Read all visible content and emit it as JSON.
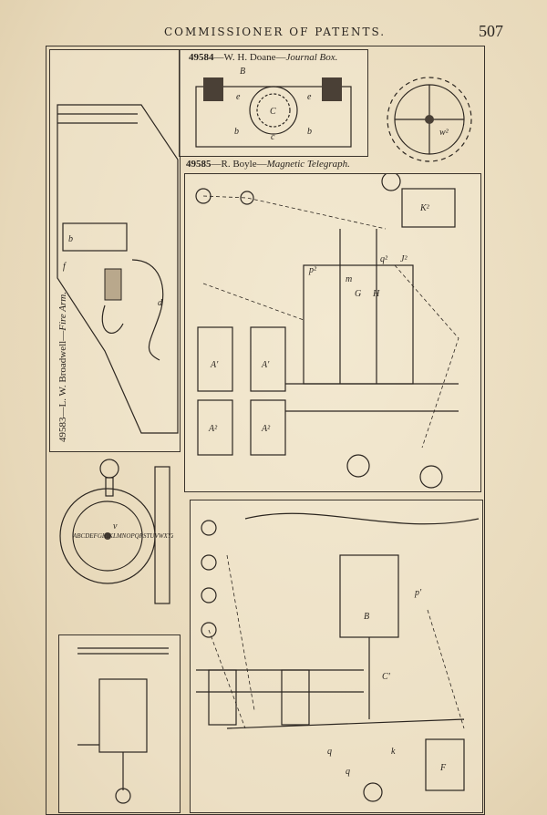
{
  "running_head": {
    "title": "COMMISSIONER OF PATENTS.",
    "page_number": "507"
  },
  "patents": [
    {
      "number": "49583",
      "inventor": "—L. W. Broadwell—",
      "subject": "Fire Arm."
    },
    {
      "number": "49584",
      "inventor": "—W. H. Doane—",
      "subject": "Journal Box."
    },
    {
      "number": "49585",
      "inventor": "—R. Boyle—",
      "subject": "Magnetic Telegraph."
    }
  ],
  "figure_letters": {
    "journal_box": [
      "B",
      "C",
      "b",
      "b",
      "c",
      "e",
      "e"
    ],
    "gear": [
      "w²"
    ],
    "fire_arm": [
      "b",
      "f",
      "d"
    ],
    "telegraph_upper": [
      "K²",
      "J²",
      "q²",
      "p²",
      "m",
      "G",
      "H",
      "A'",
      "A'",
      "A²",
      "A²"
    ],
    "dial": [
      "ABCDEFGHIKLMNOPQRSTUVWXYZ",
      "v"
    ],
    "telegraph_lower": [
      "B",
      "p'",
      "C'",
      "F",
      "q",
      "q",
      "k"
    ]
  },
  "colors": {
    "paper": "#efe3c8",
    "ink": "#2c2620"
  }
}
